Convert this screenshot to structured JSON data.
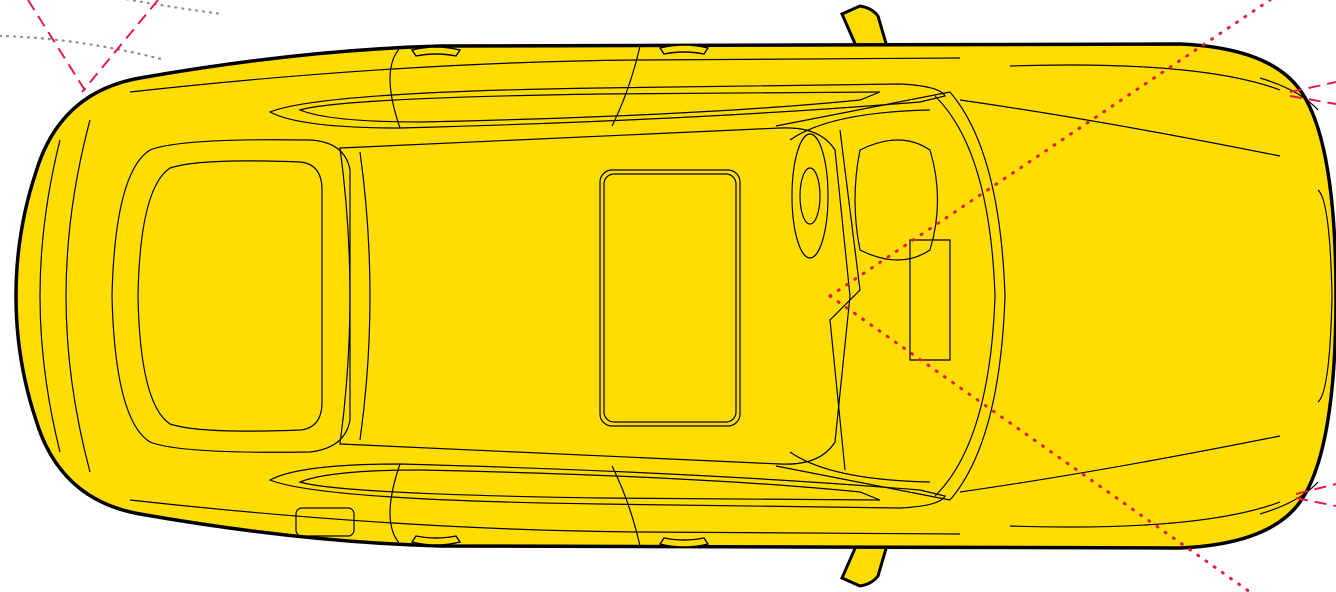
{
  "colors": {
    "body": "#FFDD00",
    "outline": "#000000",
    "sensor_line": "#E8194B",
    "radar_arc": "#8C8C8C",
    "background": "#FFFFFF"
  },
  "vehicle": {
    "view": "top-down",
    "orientation": "front-right",
    "features": [
      "sunroof",
      "panoramic-glass",
      "side-mirrors",
      "steering-wheel",
      "front-seats",
      "headlights",
      "door-handles",
      "fuel-cap"
    ]
  },
  "sensors": {
    "interior_camera_lines": 2,
    "front_corner_sensors": 2,
    "rear_corner_sensors": 1,
    "rear_radar_arcs": 2
  }
}
